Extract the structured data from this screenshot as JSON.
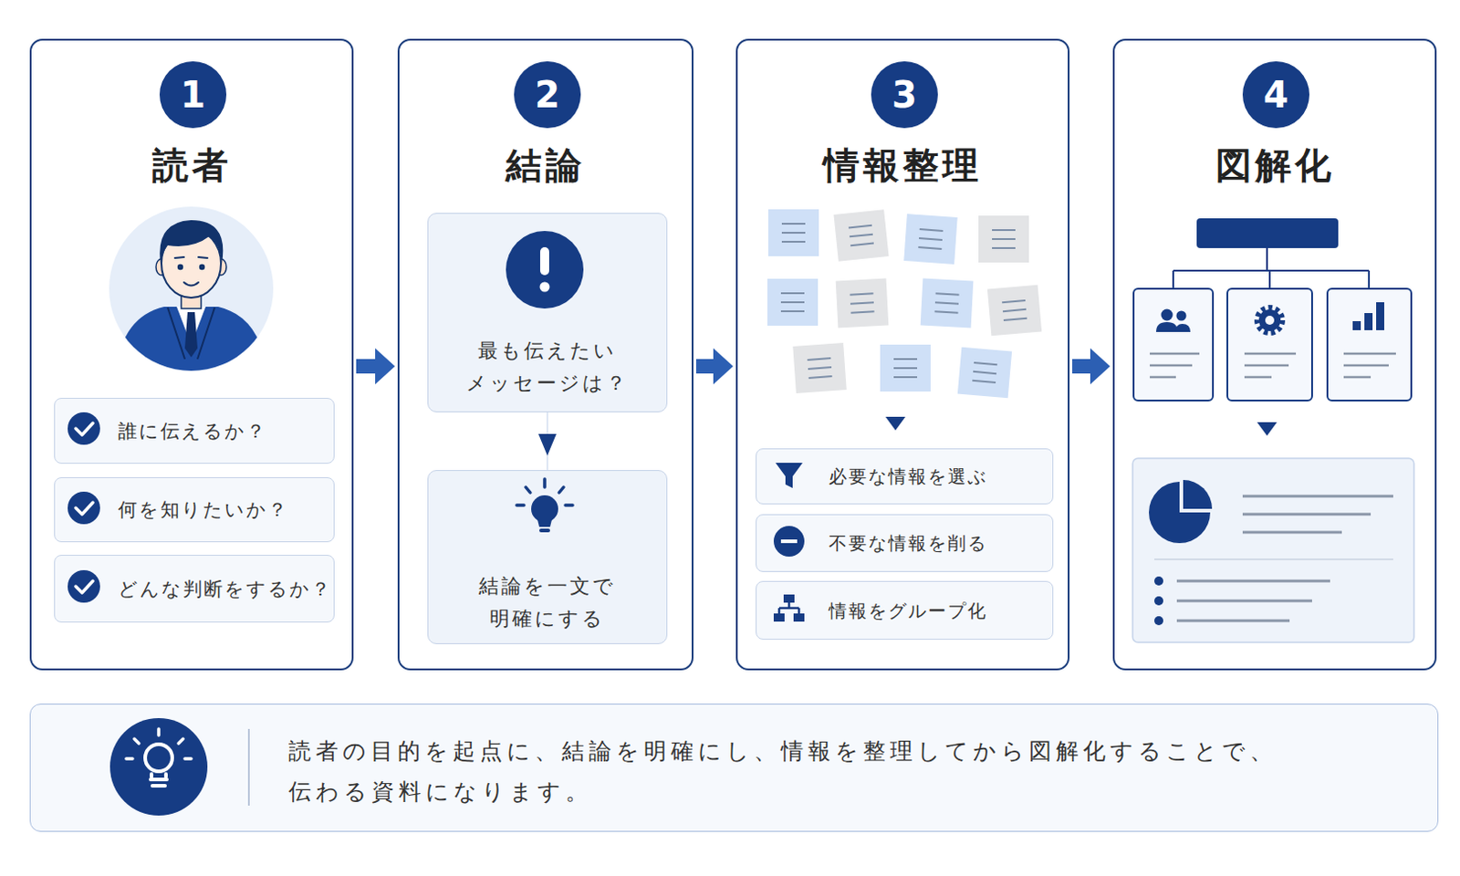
{
  "diagram": {
    "nodes": [
      {
        "text": [
          "読者"
        ]
      },
      {
        "text": [
          "1"
        ],
        "in": 0
      },
      {
        "text": [
          "誰に伝えるか？"
        ],
        "in": 0
      },
      {
        "text": [
          "何を知りたいか？"
        ],
        "in": 0
      },
      {
        "text": [
          "どんな判断をするか？"
        ],
        "in": 0
      },
      {
        "text": [
          "結論"
        ]
      },
      {
        "text": [
          "2"
        ],
        "in": 5
      },
      {
        "text": [
          "最も伝えたい メッセージは？"
        ],
        "in": 5
      },
      {
        "text": [
          "結論を一文で 明確にする"
        ],
        "in": 5
      },
      {
        "text": [
          "情報整理"
        ]
      },
      {
        "text": [
          "3"
        ],
        "in": 9
      },
      {
        "text": [
          "必要な情報を選ぶ"
        ],
        "in": 9
      },
      {
        "text": [
          "不要な情報を削る"
        ],
        "in": 9
      },
      {
        "text": [
          "情報をグループ化"
        ],
        "in": 9
      },
      {
        "text": [
          "図解化"
        ]
      },
      {
        "text": [
          "4"
        ],
        "in": 14
      },
      {
        "text": [
          "読者の目的を起点に、結論を明確にし、情報を整理してから図解化することで、 伝わる資料になります。"
        ]
      }
    ],
    "edges": [
      {
        "from": 0,
        "to": 5,
        "arrow": "to"
      },
      {
        "from": 5,
        "to": 9,
        "arrow": "to"
      },
      {
        "from": 9,
        "to": 14,
        "arrow": "to"
      },
      {
        "from": 7,
        "to": 8,
        "arrow": "to"
      }
    ]
  }
}
